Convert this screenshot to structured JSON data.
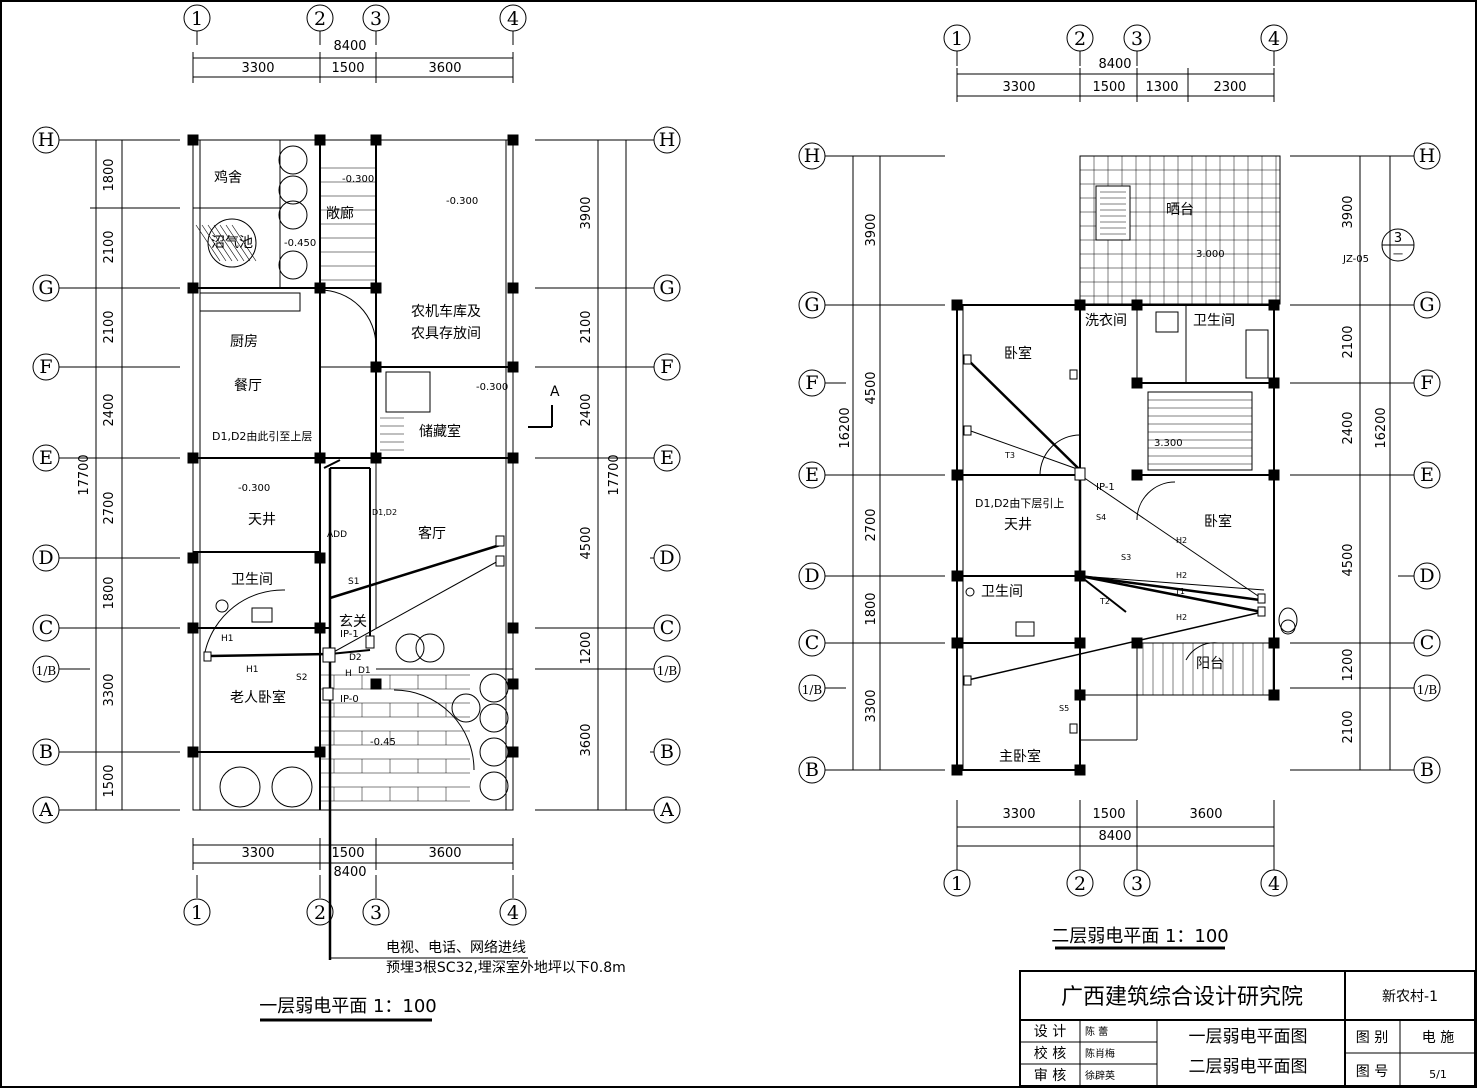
{
  "plan1": {
    "title": "一层弱电平面 1：100",
    "note_line1": "电视、电话、网络进线",
    "note_line2": "预埋3根SC32,埋深室外地坪以下0.8m",
    "dims_top_total": "8400",
    "dims_top": [
      "3300",
      "1500",
      "3600"
    ],
    "dims_bottom_total": "8400",
    "dims_bottom": [
      "3300",
      "1500",
      "3600"
    ],
    "dims_left_total": "17700",
    "dims_left": [
      "1800",
      "2100",
      "2100",
      "2400",
      "2700",
      "1800",
      "3300",
      "1500"
    ],
    "dims_right_total": "17700",
    "dims_right": [
      "3900",
      "2100",
      "2400",
      "4500",
      "1200",
      "3600"
    ],
    "col_axes": [
      "1",
      "2",
      "3",
      "4"
    ],
    "row_axes": [
      "H",
      "G",
      "F",
      "E",
      "D",
      "C",
      "1/B",
      "B",
      "A"
    ],
    "rooms": {
      "chicken": "鸡舍",
      "biogas": "沼气池",
      "corridor": "敞廊",
      "garage_1": "农机车库及",
      "garage_2": "农具存放间",
      "kitchen": "厨房",
      "dining": "餐厅",
      "storage": "储藏室",
      "courtyard": "天井",
      "living": "客厅",
      "bath": "卫生间",
      "entry": "玄关",
      "elder": "老人卧室"
    },
    "levels": [
      "-0.300",
      "-0.300",
      "-0.450",
      "-0.300",
      "-0.300",
      "-0.45"
    ],
    "labels": {
      "d_note": "D1,D2由此引至上层",
      "d_label": "D1,D2",
      "add": "ADD",
      "s1": "S1",
      "s2": "S2",
      "h1a": "H1",
      "h1b": "H1",
      "ip1": "IP-1",
      "ip0": "IP-0",
      "d2": "D2",
      "d1": "D1",
      "h": "H",
      "section": "A"
    }
  },
  "plan2": {
    "title": "二层弱电平面 1：100",
    "dims_top_total": "8400",
    "dims_top": [
      "3300",
      "1500",
      "1300",
      "2300"
    ],
    "dims_bottom_total": "8400",
    "dims_bottom": [
      "3300",
      "1500",
      "3600"
    ],
    "dims_left_total": "16200",
    "dims_left_outer": [
      "3900",
      "4500",
      "2700",
      "1800",
      "3300"
    ],
    "dims_right_total": "16200",
    "dims_right": [
      "3900",
      "2100",
      "2400",
      "4500",
      "1200",
      "2100"
    ],
    "col_axes": [
      "1",
      "2",
      "3",
      "4"
    ],
    "row_axes": [
      "H",
      "G",
      "F",
      "E",
      "D",
      "C",
      "1/B",
      "B"
    ],
    "rooms": {
      "terrace": "晒台",
      "bedroom1": "卧室",
      "laundry": "洗衣间",
      "bath1": "卫生间",
      "courtyard": "天井",
      "bedroom2": "卧室",
      "bath2": "卫生间",
      "balcony": "阳台",
      "master": "主卧室"
    },
    "levels": [
      "3.000",
      "3.300"
    ],
    "labels": {
      "d_note": "D1,D2由下层引上",
      "ip1": "IP-1",
      "s4": "S4",
      "s3": "S3",
      "s5": "S5",
      "t3": "T3",
      "t2": "T2",
      "t1": "T1",
      "h2a": "H2",
      "h2b": "H2",
      "h2c": "H2",
      "jz": "JZ-05",
      "jz_top": "3",
      "jz_bot": "一"
    }
  },
  "title_block": {
    "institute": "广西建筑综合设计研究院",
    "project": "新农村-1",
    "design_label": "设 计",
    "design_name": "陈 蕾",
    "check_label": "校 核",
    "check_name": "陈肖梅",
    "review_label": "审 核",
    "review_name": "徐辟英",
    "drawing_1": "一层弱电平面图",
    "drawing_2": "二层弱电平面图",
    "category_label": "图 别",
    "category_value": "电 施",
    "number_label": "图 号",
    "number_value": "5/1"
  },
  "colors": {
    "ink": "#000000",
    "paper": "#ffffff"
  }
}
